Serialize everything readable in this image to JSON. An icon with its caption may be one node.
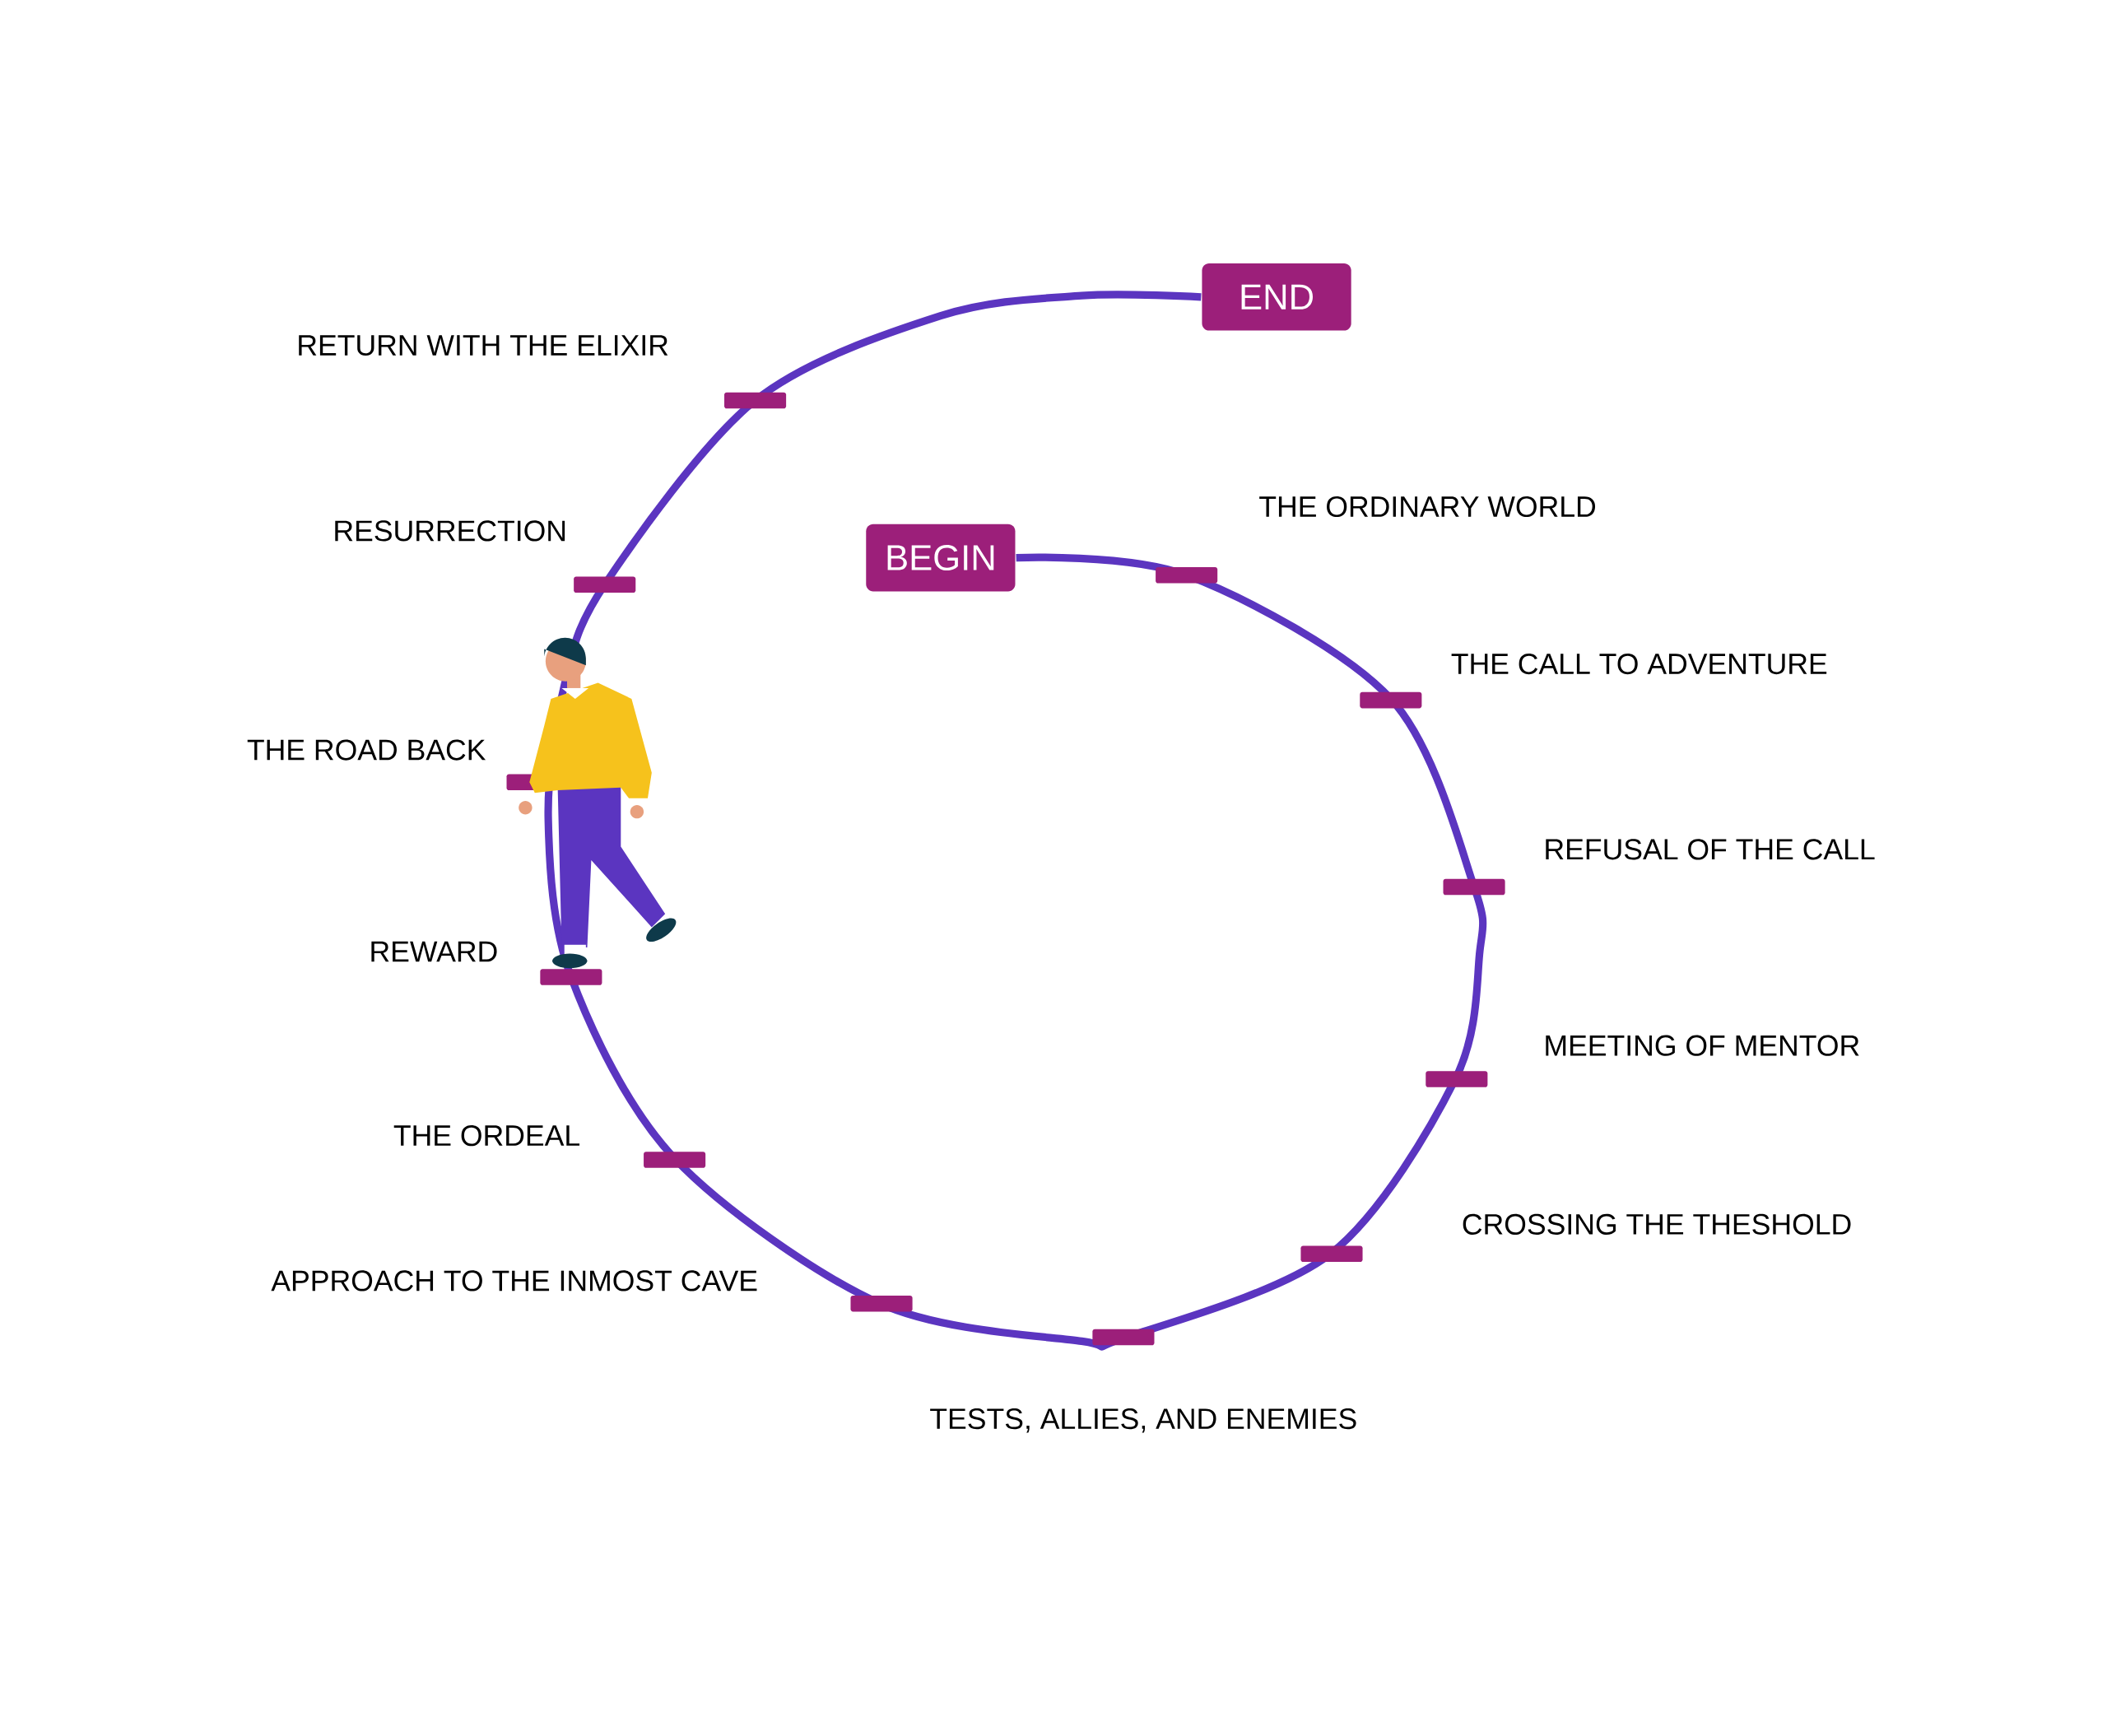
{
  "diagram": {
    "nodes": [
      {
        "text": [
          "BEGIN"
        ]
      },
      {
        "text": [
          "END"
        ]
      }
    ],
    "edges": [
      {
        "from": 0,
        "to": 1,
        "arrow": "none"
      }
    ],
    "labels": [
      "THE ORDINARY WORLD",
      "THE CALL TO ADVENTURE",
      "REFUSAL OF THE CALL",
      "MEETING OF MENTOR",
      "CROSSING THE THESHOLD",
      "TESTS, ALLIES, AND ENEMIES",
      "APPROACH TO THE INMOST CAVE",
      "THE ORDEAL",
      "REWARD",
      "THE ROAD BACK",
      "RESURRECTION",
      "RETURN WITH THE ELIXIR"
    ]
  }
}
